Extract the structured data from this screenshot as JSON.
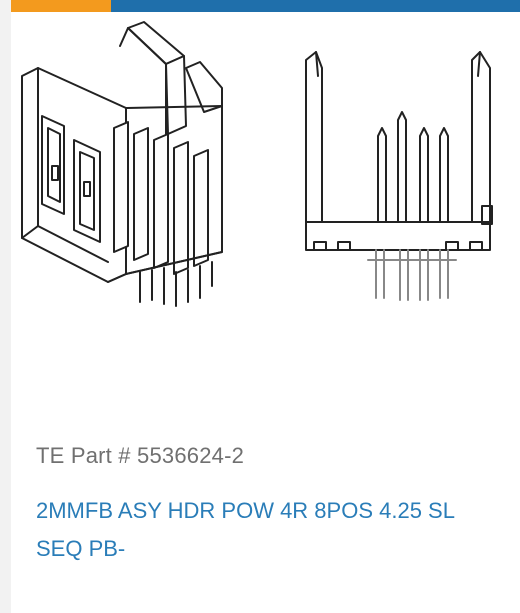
{
  "colors": {
    "accent_orange": "#f39a1e",
    "accent_blue": "#1f6fab",
    "link_blue": "#2a7db8",
    "label_gray": "#707070"
  },
  "product": {
    "image_icon": "connector-line-drawing",
    "part_number_label": "TE Part # 5536624-2",
    "description": "2MMFB ASY HDR POW 4R 8POS 4.25 SL SEQ PB-"
  }
}
